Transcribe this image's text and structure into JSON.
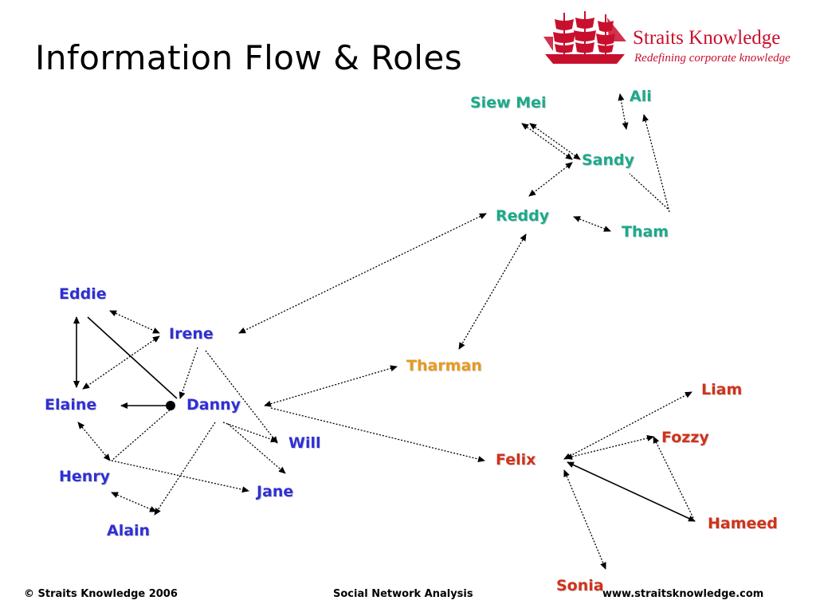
{
  "slide": {
    "title": "Information Flow & Roles"
  },
  "logo": {
    "name": "Straits Knowledge",
    "tagline": "Redefining corporate knowledge",
    "icon": "ship-icon",
    "color": "#c8102e"
  },
  "colors": {
    "teal": "#1aaa8a",
    "blue": "#2f2fd6",
    "orange": "#e69a1e",
    "red": "#d0321a",
    "edge": "#000000"
  },
  "nodes": [
    {
      "id": "siewmei",
      "label": "Siew Mei",
      "group": "teal"
    },
    {
      "id": "ali",
      "label": "Ali",
      "group": "teal"
    },
    {
      "id": "sandy",
      "label": "Sandy",
      "group": "teal"
    },
    {
      "id": "reddy",
      "label": "Reddy",
      "group": "teal"
    },
    {
      "id": "tham",
      "label": "Tham",
      "group": "teal"
    },
    {
      "id": "eddie",
      "label": "Eddie",
      "group": "blue"
    },
    {
      "id": "irene",
      "label": "Irene",
      "group": "blue"
    },
    {
      "id": "elaine",
      "label": "Elaine",
      "group": "blue"
    },
    {
      "id": "danny",
      "label": "Danny",
      "group": "blue"
    },
    {
      "id": "will",
      "label": "Will",
      "group": "blue"
    },
    {
      "id": "henry",
      "label": "Henry",
      "group": "blue"
    },
    {
      "id": "jane",
      "label": "Jane",
      "group": "blue"
    },
    {
      "id": "alain",
      "label": "Alain",
      "group": "blue"
    },
    {
      "id": "tharman",
      "label": "Tharman",
      "group": "orange"
    },
    {
      "id": "felix",
      "label": "Felix",
      "group": "red"
    },
    {
      "id": "liam",
      "label": "Liam",
      "group": "red"
    },
    {
      "id": "fozzy",
      "label": "Fozzy",
      "group": "red"
    },
    {
      "id": "hameed",
      "label": "Hameed",
      "group": "red"
    },
    {
      "id": "sonia",
      "label": "Sonia",
      "group": "red"
    }
  ],
  "edges": [
    {
      "from": "siewmei",
      "to": "sandy",
      "style": "dotted",
      "direction": "both"
    },
    {
      "from": "sandy",
      "to": "reddy",
      "style": "dotted",
      "direction": "both"
    },
    {
      "from": "sandy",
      "to": "ali",
      "style": "dotted",
      "direction": "both"
    },
    {
      "from": "siewmei",
      "to": "sandy",
      "style": "dotted",
      "direction": "both"
    },
    {
      "from": "tham",
      "to": "ali",
      "style": "dotted",
      "direction": "forward"
    },
    {
      "from": "tham",
      "to": "sandy",
      "style": "dotted",
      "direction": "none"
    },
    {
      "from": "reddy",
      "to": "tham",
      "style": "dotted",
      "direction": "both"
    },
    {
      "from": "reddy",
      "to": "irene",
      "style": "dotted",
      "direction": "both"
    },
    {
      "from": "reddy",
      "to": "tharman",
      "style": "dotted",
      "direction": "both"
    },
    {
      "from": "eddie",
      "to": "irene",
      "style": "dotted",
      "direction": "both"
    },
    {
      "from": "eddie",
      "to": "elaine",
      "style": "solid",
      "direction": "both"
    },
    {
      "from": "eddie",
      "to": "danny",
      "style": "solid",
      "direction": "none"
    },
    {
      "from": "irene",
      "to": "elaine",
      "style": "dotted",
      "direction": "both"
    },
    {
      "from": "irene",
      "to": "danny",
      "style": "dotted",
      "direction": "forward"
    },
    {
      "from": "irene",
      "to": "will",
      "style": "dotted",
      "direction": "forward"
    },
    {
      "from": "danny",
      "to": "elaine",
      "style": "solid",
      "direction": "forward"
    },
    {
      "from": "danny",
      "to": "tharman",
      "style": "dotted",
      "direction": "both"
    },
    {
      "from": "danny",
      "to": "felix",
      "style": "dotted",
      "direction": "forward"
    },
    {
      "from": "danny",
      "to": "will",
      "style": "dotted",
      "direction": "forward"
    },
    {
      "from": "danny",
      "to": "jane",
      "style": "dotted",
      "direction": "forward"
    },
    {
      "from": "danny",
      "to": "henry",
      "style": "dotted",
      "direction": "none"
    },
    {
      "from": "danny",
      "to": "alain",
      "style": "dotted",
      "direction": "forward"
    },
    {
      "from": "elaine",
      "to": "henry",
      "style": "dotted",
      "direction": "both"
    },
    {
      "from": "henry",
      "to": "jane",
      "style": "dotted",
      "direction": "forward"
    },
    {
      "from": "henry",
      "to": "alain",
      "style": "dotted",
      "direction": "both"
    },
    {
      "from": "felix",
      "to": "liam",
      "style": "dotted",
      "direction": "both"
    },
    {
      "from": "felix",
      "to": "fozzy",
      "style": "dotted",
      "direction": "both"
    },
    {
      "from": "felix",
      "to": "hameed",
      "style": "solid",
      "direction": "both"
    },
    {
      "from": "hameed",
      "to": "fozzy",
      "style": "dotted",
      "direction": "forward"
    },
    {
      "from": "felix",
      "to": "sonia",
      "style": "dotted",
      "direction": "both"
    }
  ],
  "footer": {
    "copyright": "© Straits Knowledge 2006",
    "topic": "Social Network Analysis",
    "website": "www.straitsknowledge.com"
  }
}
